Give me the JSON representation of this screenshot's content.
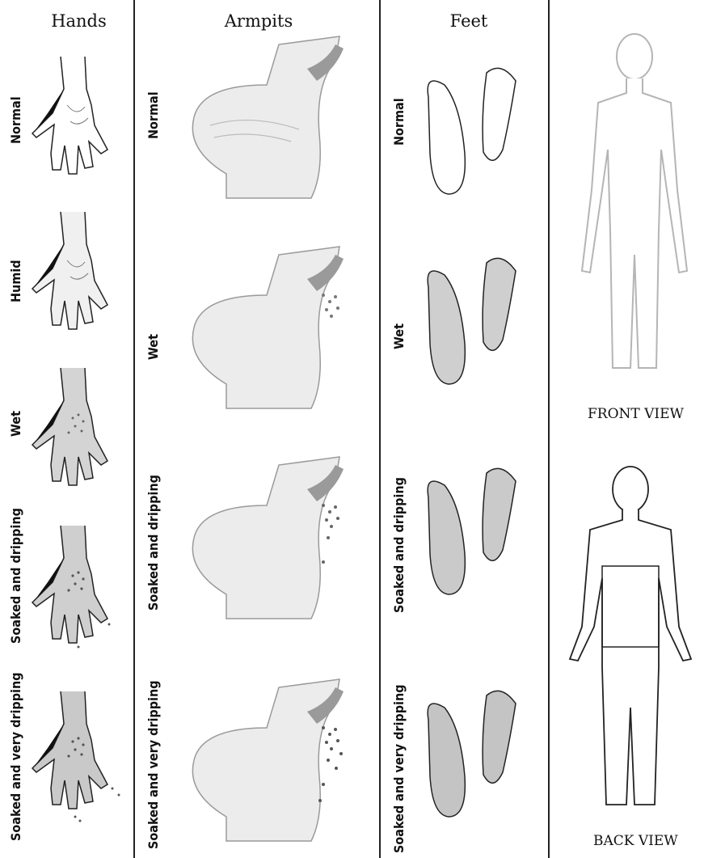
{
  "columns": {
    "hands": "Hands",
    "armpits": "Armpits",
    "feet": "Feet"
  },
  "hands_rows": [
    "Normal",
    "Humid",
    "Wet",
    "Soaked and dripping",
    "Soaked and very dripping"
  ],
  "armpits_rows": [
    "Normal",
    "Wet",
    "Soaked and dripping",
    "Soaked and very dripping"
  ],
  "feet_rows": [
    "Normal",
    "Wet",
    "Soaked and dripping",
    "Soaked and very dripping"
  ],
  "body": {
    "front_caption": "FRONT VIEW",
    "back_caption": "BACK VIEW"
  },
  "colors": {
    "line": "#222222",
    "skin_light": "#ececec",
    "skin_wet": "#c9c9c9",
    "shadow": "#9a9a9a",
    "front_outline": "#b5b5b5"
  }
}
